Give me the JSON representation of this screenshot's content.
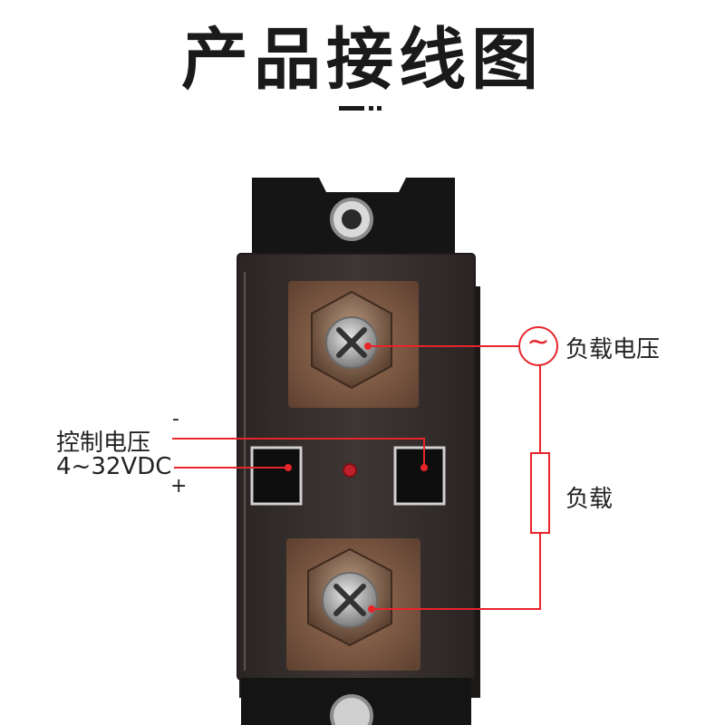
{
  "title": "产品接线图",
  "labels": {
    "load_voltage": "负载电压",
    "load": "负载",
    "control_voltage": "控制电压",
    "control_range": "4~32VDC",
    "minus": "-",
    "plus": "+",
    "ac_symbol": "~"
  },
  "colors": {
    "wire": "#e8242b",
    "housing": "#141414",
    "cover": "#3b3432",
    "terminal": "#8a6248"
  }
}
